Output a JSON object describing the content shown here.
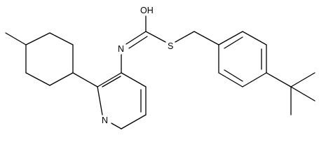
{
  "molecule": {
    "atoms": {
      "hydroxyl": "OH",
      "imine_nitrogen": "N",
      "sulfur": "S",
      "pyridine_nitrogen": "N"
    },
    "colors": {
      "bond": "#000000",
      "label": "#000000",
      "background": "#ffffff"
    }
  }
}
